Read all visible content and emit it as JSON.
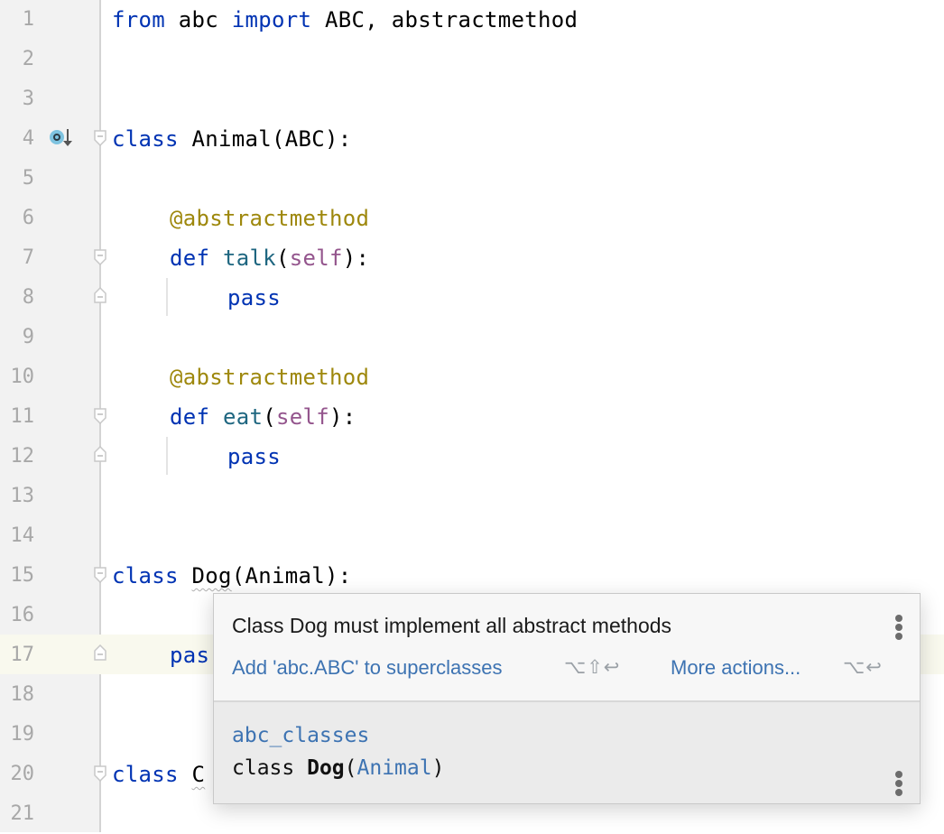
{
  "editor": {
    "line_numbers": [
      "1",
      "2",
      "3",
      "4",
      "5",
      "6",
      "7",
      "8",
      "9",
      "10",
      "11",
      "12",
      "13",
      "14",
      "15",
      "16",
      "17",
      "18",
      "19",
      "20",
      "21"
    ],
    "current_line": 17,
    "lines": {
      "l1": {
        "kw1": "from",
        "t1": " abc ",
        "kw2": "import",
        "t2": " ABC, abstractmethod"
      },
      "l4": {
        "kw": "class",
        "t": " Animal(ABC):"
      },
      "l6": {
        "deco": "@abstractmethod"
      },
      "l7": {
        "kw": "def",
        "fn": "talk",
        "p1": "(",
        "self": "self",
        "p2": "):"
      },
      "l8": {
        "kw": "pass"
      },
      "l10": {
        "deco": "@abstractmethod"
      },
      "l11": {
        "kw": "def",
        "fn": "eat",
        "p1": "(",
        "self": "self",
        "p2": "):"
      },
      "l12": {
        "kw": "pass"
      },
      "l15": {
        "kw": "class",
        "name": "Dog",
        "t": "(Animal):"
      },
      "l17": {
        "kw": "pas"
      },
      "l20": {
        "kw": "class",
        "name": "C"
      }
    },
    "gutter_icon": "implemented-method-icon"
  },
  "popup": {
    "message": "Class Dog must implement all abstract methods",
    "quick_fix": {
      "label": "Add 'abc.ABC' to superclasses",
      "shortcut": "⌥⇧↩"
    },
    "more_actions": {
      "label": "More actions...",
      "shortcut": "⌥↩"
    },
    "module": "abc_classes",
    "signature": {
      "kw": "class ",
      "name": "Dog",
      "open": "(",
      "base": "Animal",
      "close": ")"
    },
    "menu_icon": "more-vertical-icon"
  },
  "colors": {
    "keyword": "#0033b3",
    "decorator": "#9e880d",
    "function": "#1e6680",
    "self": "#94558d",
    "link": "#3d73b2",
    "current_line": "#f9f9ee"
  }
}
